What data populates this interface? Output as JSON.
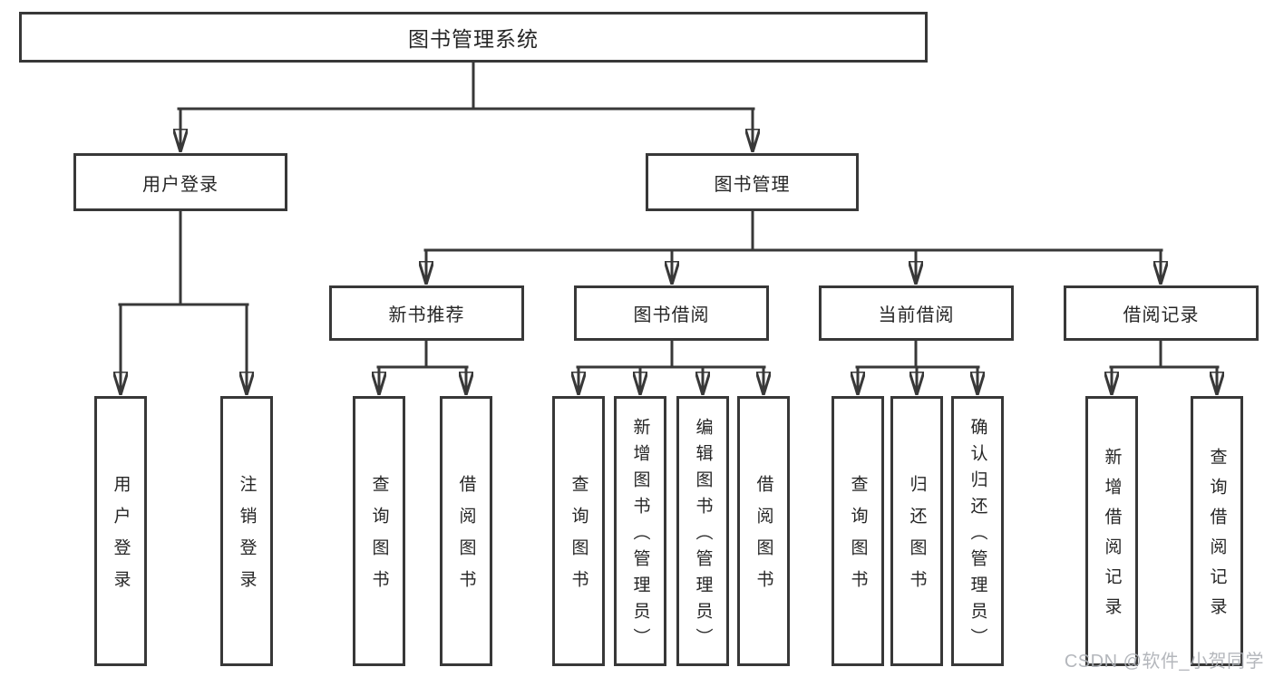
{
  "nodes": {
    "root": "图书管理系统",
    "l2": [
      "用户登录",
      "图书管理"
    ],
    "l3": [
      "新书推荐",
      "图书借阅",
      "当前借阅",
      "借阅记录"
    ],
    "leaves": [
      "用户登录",
      "注销登录",
      "查询图书",
      "借阅图书",
      "查询图书",
      "新增图书（管理员）",
      "编辑图书（管理员）",
      "借阅图书",
      "查询图书",
      "归还图书",
      "确认归还（管理员）",
      "新增借阅记录",
      "查询借阅记录"
    ]
  },
  "watermark": "CSDN @软件_小贺同学",
  "colors": {
    "line": "#383838",
    "text": "#262626",
    "background": "#ffffff",
    "watermark": "#aeb1b6"
  }
}
